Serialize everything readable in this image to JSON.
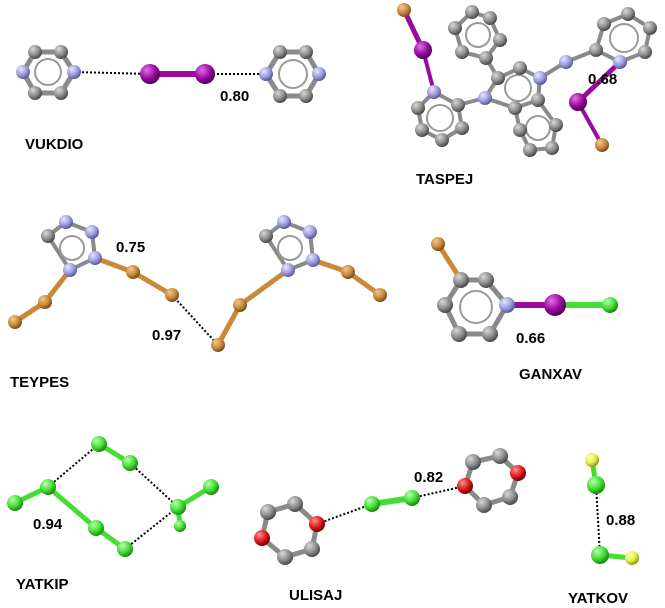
{
  "colors": {
    "carbon": "#8c8c8c",
    "nitrogen": "#9c9cdc",
    "iodine": "#9a0aa0",
    "bromine": "#c8893a",
    "chlorine": "#44dd33",
    "oxygen": "#dd1a1a",
    "fluorine": "#e0f040",
    "bond": "#8a8a8a",
    "contact": "#000000"
  },
  "structures": [
    {
      "code": "VUKDIO",
      "value": "0.80"
    },
    {
      "code": "TASPEJ",
      "value": "0.68"
    },
    {
      "code": "TEYPES",
      "values": [
        "0.75",
        "0.97"
      ]
    },
    {
      "code": "GANXAV",
      "value": "0.66"
    },
    {
      "code": "YATKIP",
      "value": "0.94"
    },
    {
      "code": "ULISAJ",
      "value": "0.82"
    },
    {
      "code": "YATKOV",
      "value": "0.88"
    }
  ]
}
